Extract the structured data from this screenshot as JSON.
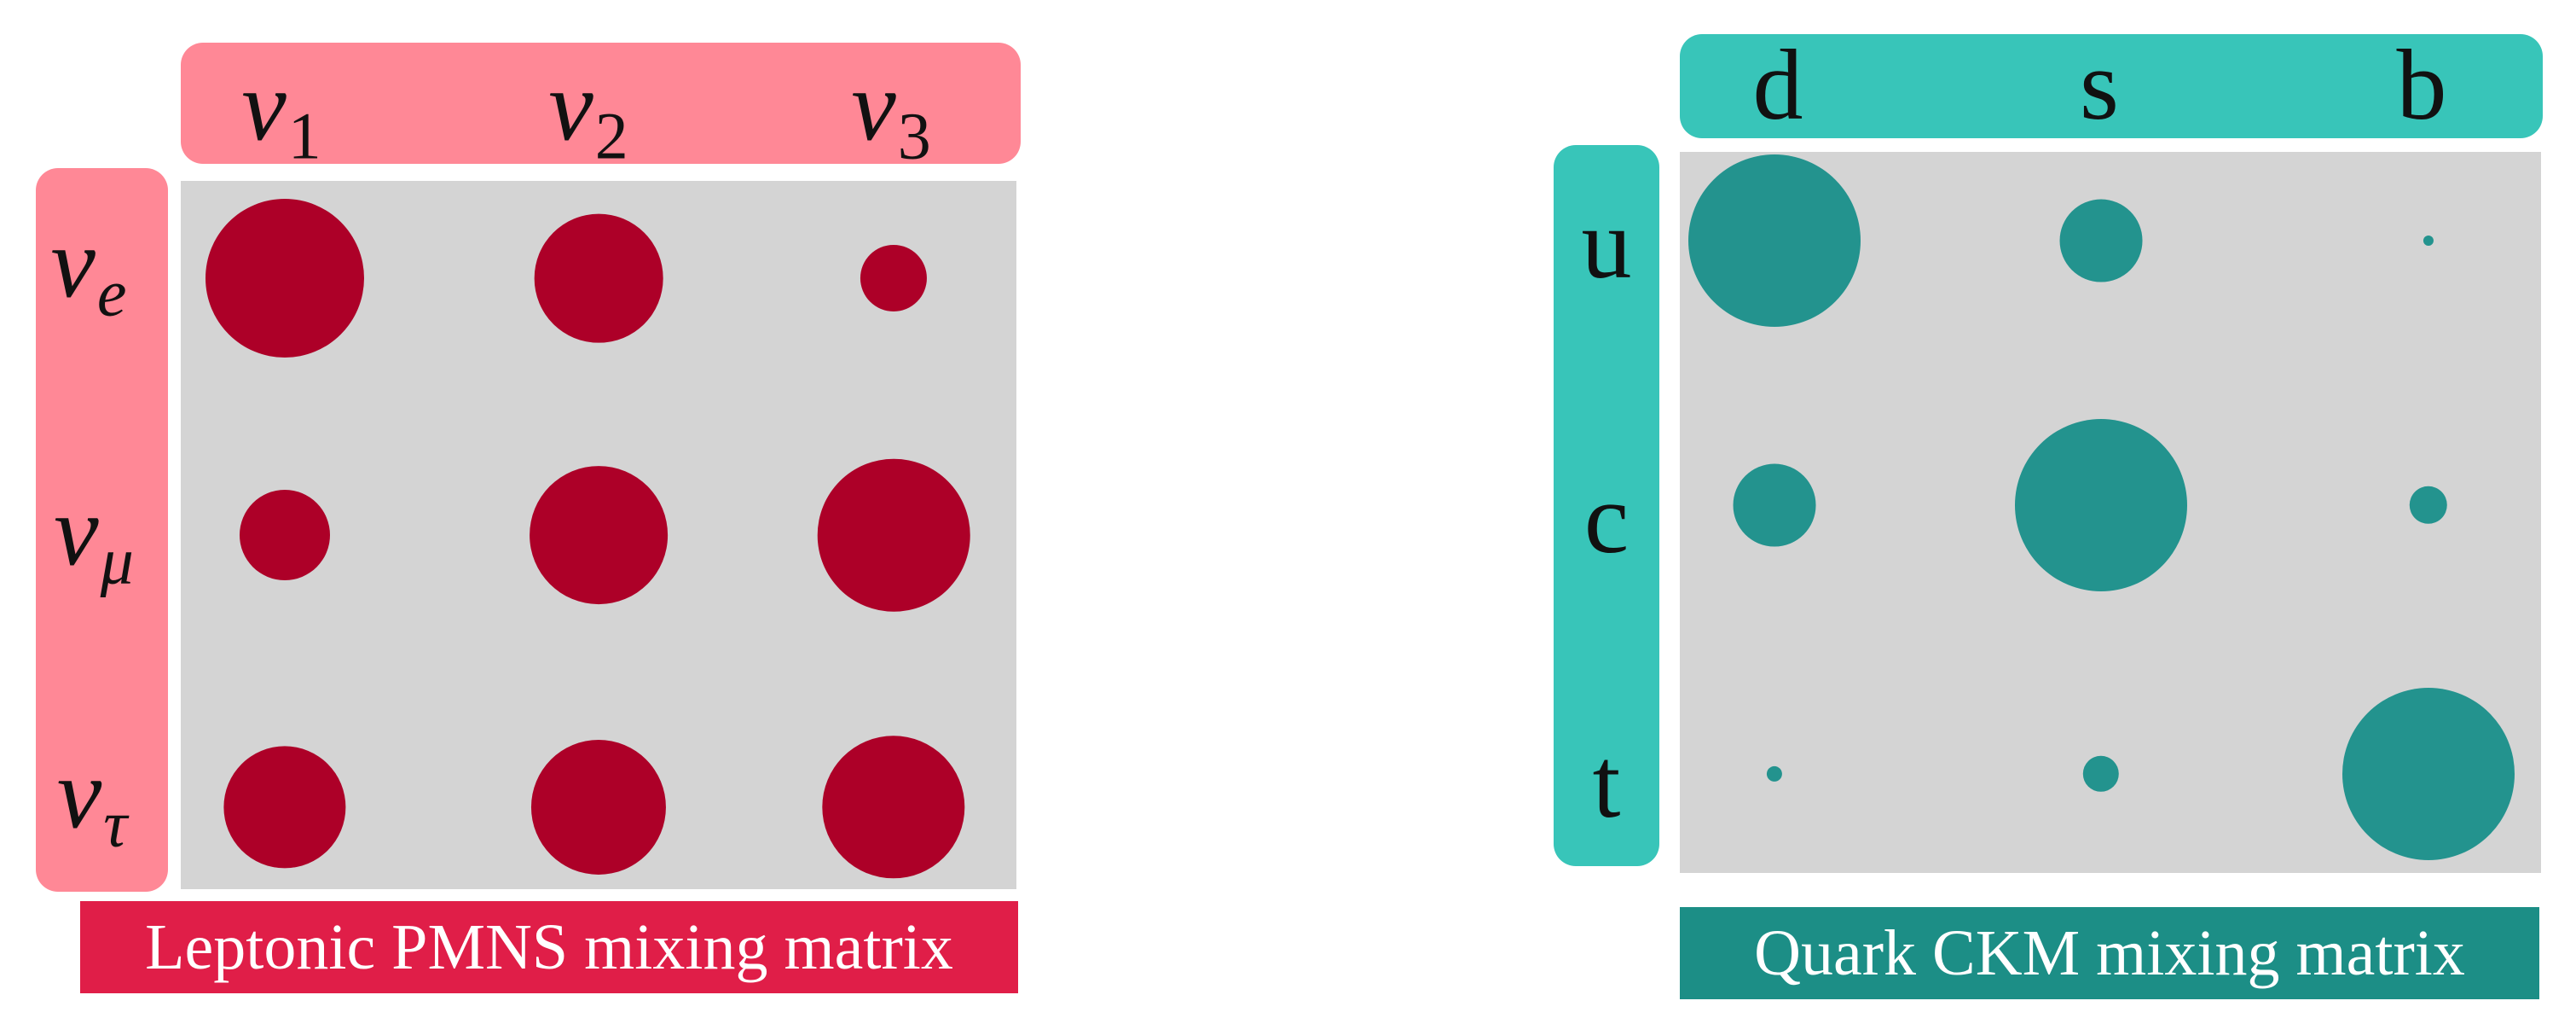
{
  "colors": {
    "pmns_header": "#ff8896",
    "pmns_caption": "#e01e48",
    "pmns_dot": "#ad0028",
    "ckm_header": "#38c5b9",
    "ckm_caption": "#1c8e86",
    "ckm_dot": "#23938e",
    "grid_bg": "#d4d4d4"
  },
  "pmns": {
    "caption": "Leptonic PMNS mixing matrix",
    "columns": [
      {
        "base": "ν",
        "sub": "1"
      },
      {
        "base": "ν",
        "sub": "2"
      },
      {
        "base": "ν",
        "sub": "3"
      }
    ],
    "rows": [
      {
        "base": "ν",
        "sub": "e"
      },
      {
        "base": "ν",
        "sub": "μ"
      },
      {
        "base": "ν",
        "sub": "τ"
      }
    ],
    "magnitudes": [
      [
        1.0,
        0.81,
        0.42
      ],
      [
        0.57,
        0.87,
        0.96
      ],
      [
        0.77,
        0.85,
        0.9
      ]
    ]
  },
  "ckm": {
    "caption": "Quark CKM mixing matrix",
    "columns": [
      "d",
      "s",
      "b"
    ],
    "rows": [
      "u",
      "c",
      "t"
    ],
    "magnitudes": [
      [
        1.0,
        0.48,
        0.06
      ],
      [
        0.48,
        1.0,
        0.22
      ],
      [
        0.09,
        0.21,
        1.0
      ]
    ]
  }
}
